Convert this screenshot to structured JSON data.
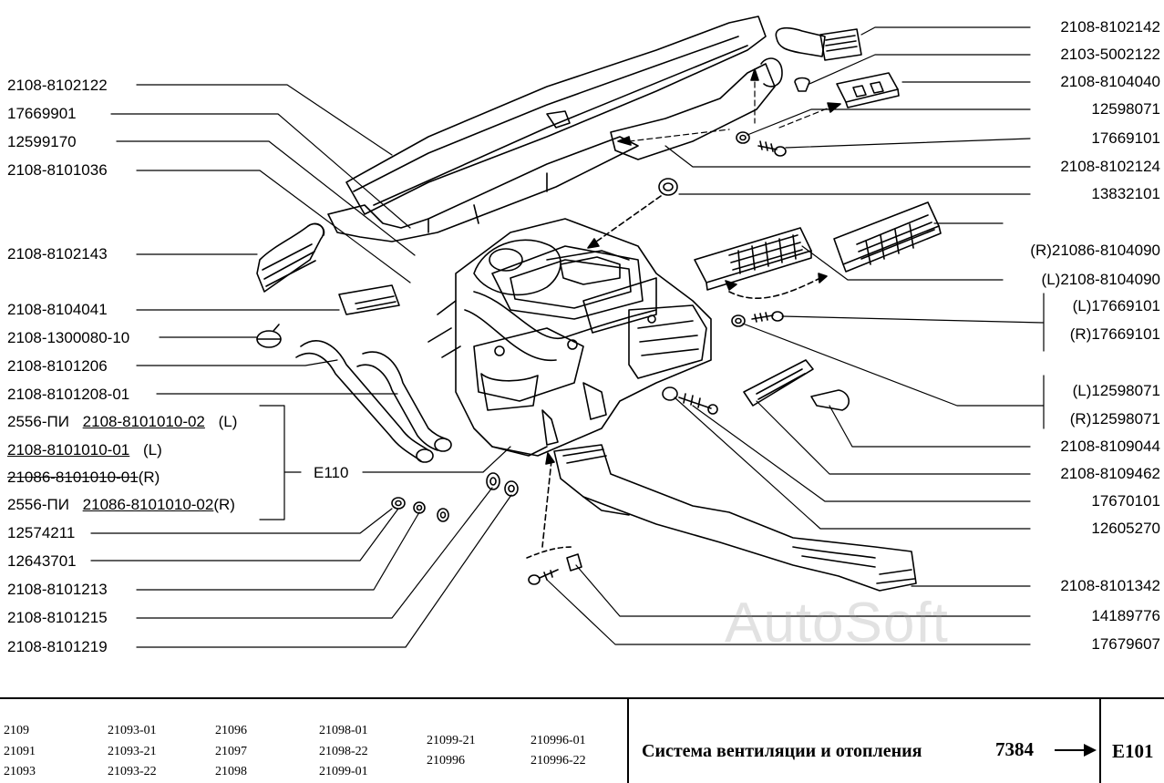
{
  "left_labels": [
    "2108-8102122",
    "17669901",
    "12599170",
    "2108-8101036",
    "2108-8102143",
    "2108-8104041",
    "2108-1300080-10",
    "2108-8101206",
    "2108-8101208-01",
    "12574211",
    "12643701",
    "2108-8101213",
    "2108-8101215",
    "2108-8101219"
  ],
  "right_labels": [
    "2108-8102142",
    "2103-5002122",
    "2108-8104040",
    "12598071",
    "17669101",
    "2108-8102124",
    "13832101",
    "(R)21086-8104090",
    "(L)2108-8104090",
    "(L)17669101",
    "(R)17669101",
    "(L)12598071",
    "(R)12598071",
    "2108-8109044",
    "2108-8109462",
    "17670101",
    "12605270",
    "2108-8101342",
    "14189776",
    "17679607"
  ],
  "radiator_group": {
    "row1_prefix": "2556-ПИ",
    "row1_part": "2108-8101010-02",
    "row1_side": "(L)",
    "row2_part": "2108-8101010-01",
    "row2_side": "(L)",
    "row3_part": "21086-8101010-01",
    "row3_side": "(R)",
    "row4_prefix": "2556-ПИ",
    "row4_part": "21086-8101010-02",
    "row4_side": "(R)",
    "group_label": "E110"
  },
  "watermark": "AutoSoft",
  "footer": {
    "models": [
      [
        "2109",
        "21091",
        "21093"
      ],
      [
        "21093-01",
        "21093-21",
        "21093-22"
      ],
      [
        "21096",
        "21097",
        "21098"
      ],
      [
        "21098-01",
        "21098-22",
        "21099-01"
      ],
      [
        "21099-21",
        "210996"
      ],
      [
        "210996-01",
        "210996-22"
      ]
    ],
    "title": "Система вентиляции и отопления",
    "page_number": "7384",
    "section_code": "E101"
  }
}
